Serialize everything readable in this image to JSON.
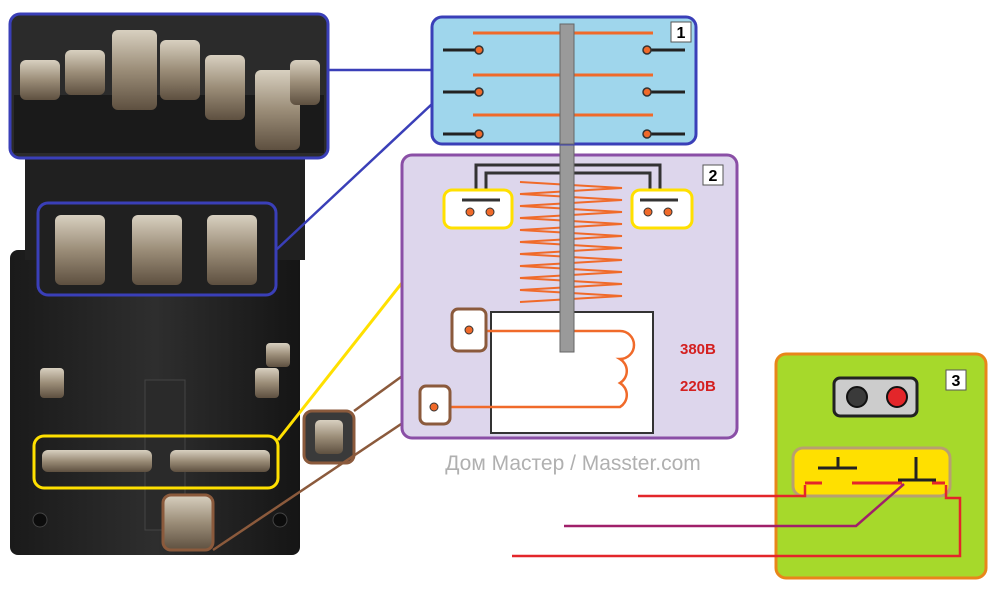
{
  "labels": {
    "panel1": "1",
    "panel2": "2",
    "panel3": "3",
    "voltage_high": "380В",
    "voltage_low": "220В"
  },
  "watermark": "Дом Мастер / Masster.com",
  "colors": {
    "panel1_border": "#3a3fb8",
    "panel1_fill": "#9fd6ec",
    "panel2_border": "#8a4fa6",
    "panel2_fill": "#ddd6ec",
    "panel3_border": "#e8861a",
    "panel3_fill": "#a6d92b",
    "contact_orange": "#f06a2a",
    "yellow_highlight": "#ffe000",
    "brown_highlight": "#8b5a3c",
    "voltage_text": "#d42020",
    "wire_red": "#e3262a",
    "wire_purple": "#a0206a",
    "watermark": "#b0b0b0"
  },
  "icons": {
    "photo_contactor": "contactor-photo",
    "coil": "coil-icon",
    "button_block": "push-button-icon"
  }
}
